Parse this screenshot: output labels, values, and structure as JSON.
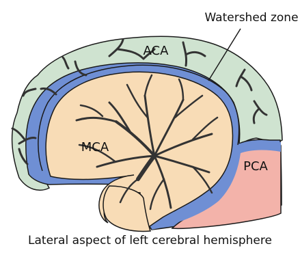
{
  "labels": {
    "watershed": "Watershed zone",
    "aca": "ACA",
    "mca": "MCA",
    "pca": "PCA"
  },
  "caption": "Lateral aspect of left cerebral hemisphere",
  "colors": {
    "aca_territory": "#cfe3d0",
    "watershed_band": "#6f8fd4",
    "mca_territory": "#f8dcb6",
    "pca_territory": "#f3b3aa",
    "vessels": "#333333",
    "outline": "#1a1a1a"
  },
  "icons": {
    "vessels": "branching-artery-icon"
  }
}
